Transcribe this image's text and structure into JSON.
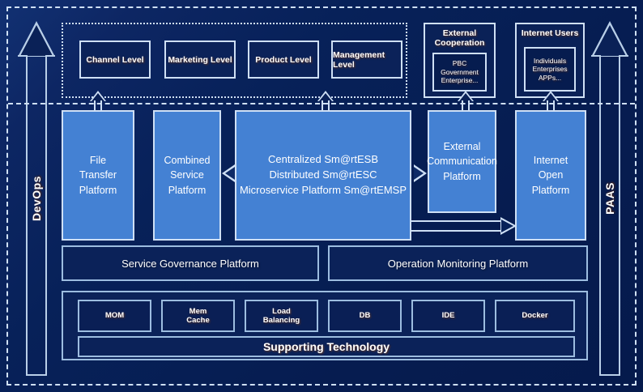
{
  "diagram": {
    "title": "Enterprise Integration Platform Architecture",
    "colors": {
      "background": "#072159",
      "platform_blue": "#4481d3",
      "border_light": "#cfe0f5",
      "panel_navy": "#0b2259"
    }
  },
  "side_arrows": {
    "left": {
      "label": "DevOps",
      "direction": "up"
    },
    "right": {
      "label": "PAAS",
      "direction": "up"
    }
  },
  "consumer_levels": [
    {
      "label": "Channel Level"
    },
    {
      "label": "Marketing Level"
    },
    {
      "label": "Product Level"
    },
    {
      "label": "Management Level"
    }
  ],
  "actors": [
    {
      "title_line1": "External",
      "title_line2": "Cooperation",
      "inner_line1": "PBC Government",
      "inner_line2": "Enterprise..."
    },
    {
      "title_line1": "Internet Users",
      "title_line2": "",
      "inner_line1": "Individuals",
      "inner_line2": "Enterprises",
      "inner_line3": "APPs..."
    }
  ],
  "platforms": [
    {
      "name": "file-transfer-platform",
      "lines": [
        "File",
        "Transfer",
        "Platform"
      ]
    },
    {
      "name": "combined-service-platform",
      "lines": [
        "Combined",
        "Service",
        "Platform"
      ]
    },
    {
      "name": "integration-bus-platform",
      "lines": [
        "Centralized Sm@rtESB",
        "Distributed Sm@rtESC",
        "Microservice Platform Sm@rtEMSP"
      ]
    },
    {
      "name": "external-communication-platform",
      "lines": [
        "External",
        "Communication",
        "Platform"
      ]
    },
    {
      "name": "internet-open-platform",
      "lines": [
        "Internet",
        "Open",
        "Platform"
      ]
    }
  ],
  "governance": [
    {
      "label": "Service Governance Platform"
    },
    {
      "label": "Operation Monitoring Platform"
    }
  ],
  "supporting": {
    "items": [
      {
        "line1": "MOM",
        "line2": ""
      },
      {
        "line1": "Mem",
        "line2": "Cache"
      },
      {
        "line1": "Load",
        "line2": "Balancing"
      },
      {
        "line1": "DB",
        "line2": ""
      },
      {
        "line1": "IDE",
        "line2": ""
      },
      {
        "line1": "Docker",
        "line2": ""
      }
    ],
    "bar_label": "Supporting Technology"
  }
}
